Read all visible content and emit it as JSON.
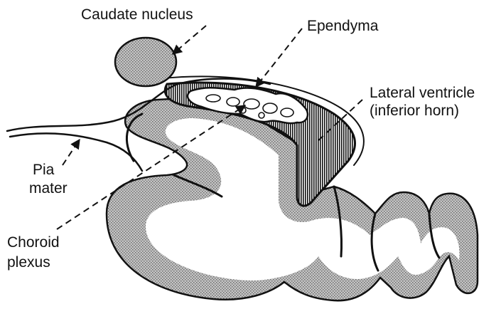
{
  "labels": {
    "caudate_nucleus": "Caudate nucleus",
    "ependyma": "Ependyma",
    "lateral_ventricle_line1": "Lateral ventricle",
    "lateral_ventricle_line2": "(inferior horn)",
    "pia_line1": "Pia",
    "pia_line2": "mater",
    "choroid_line1": "Choroid",
    "choroid_line2": "plexus"
  },
  "colors": {
    "ink": "#111111",
    "gray_matter": "#b3b3b3",
    "white_matter": "#ffffff",
    "background": "#ffffff"
  }
}
